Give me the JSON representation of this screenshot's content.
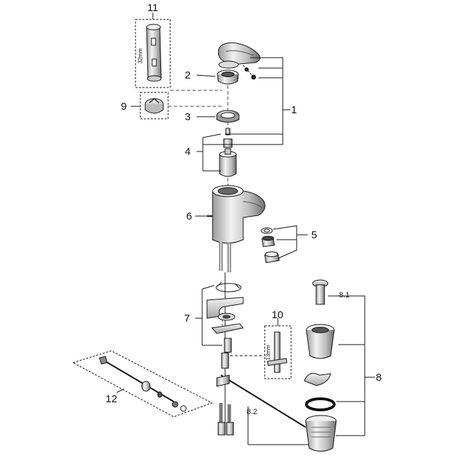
{
  "callouts": {
    "c1": "1",
    "c2": "2",
    "c3": "3",
    "c4": "4",
    "c5": "5",
    "c6": "6",
    "c7": "7",
    "c8": "8",
    "c81": "8.1",
    "c82": "8.2",
    "c9": "9",
    "c10": "10",
    "c11": "11",
    "c12": "12"
  },
  "dimensions": {
    "d32": "32mm",
    "d13": "13mm"
  }
}
